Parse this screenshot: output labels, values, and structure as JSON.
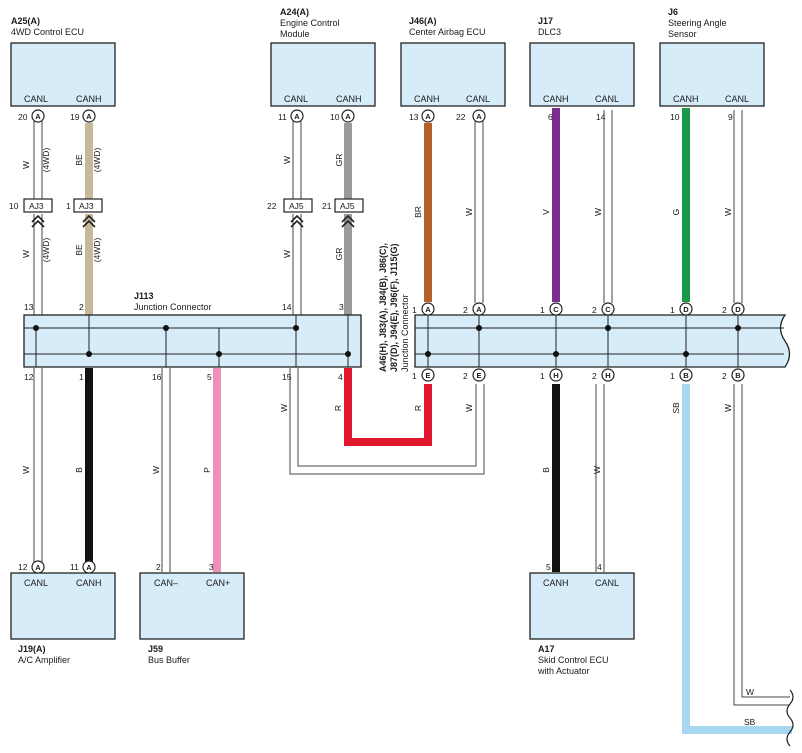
{
  "components": {
    "a25": {
      "code": "A25(A)",
      "name": "4WD Control ECU",
      "pins": [
        "CANL",
        "CANH"
      ],
      "pin_nums": [
        "20",
        "19"
      ],
      "term": "A"
    },
    "a24": {
      "code": "A24(A)",
      "name_line1": "Engine Control",
      "name_line2": "Module",
      "pins": [
        "CANL",
        "CANH"
      ],
      "pin_nums": [
        "11",
        "10"
      ],
      "term": "A"
    },
    "j46": {
      "code": "J46(A)",
      "name": "Center Airbag ECU",
      "pins": [
        "CANH",
        "CANL"
      ],
      "pin_nums": [
        "13",
        "22"
      ],
      "term": "A"
    },
    "j17": {
      "code": "J17",
      "name": "DLC3",
      "pins": [
        "CANH",
        "CANL"
      ],
      "pin_nums": [
        "6",
        "14"
      ]
    },
    "j6": {
      "code": "J6",
      "name_line1": "Steering Angle",
      "name_line2": "Sensor",
      "pins": [
        "CANH",
        "CANL"
      ],
      "pin_nums": [
        "10",
        "9"
      ]
    },
    "j19": {
      "code": "J19(A)",
      "name": "A/C Amplifier",
      "pins": [
        "CANL",
        "CANH"
      ],
      "pin_nums": [
        "12",
        "11"
      ],
      "term": "A"
    },
    "j59": {
      "code": "J59",
      "name": "Bus Buffer",
      "pins": [
        "CAN–",
        "CAN+"
      ],
      "pin_nums": [
        "2",
        "3"
      ]
    },
    "a17": {
      "code": "A17",
      "name_line1": "Skid Control ECU",
      "name_line2": "with Actuator",
      "pins": [
        "CANH",
        "CANL"
      ],
      "pin_nums": [
        "5",
        "4"
      ]
    }
  },
  "junction_left": {
    "code": "J113",
    "name": "Junction Connector",
    "top_pins": [
      "13",
      "2",
      "14",
      "3"
    ],
    "bottom_pins": [
      "12",
      "1",
      "16",
      "5",
      "15",
      "4"
    ]
  },
  "junction_right": {
    "label_line1": "A46(H), J83(A), J84(B), J86(C),",
    "label_line2": "J87(D), J94(E), J96(F), J115(G)",
    "label_line3": "Junction Connector",
    "top_pins": [
      "1",
      "2",
      "1",
      "2",
      "1",
      "2"
    ],
    "top_terms": [
      "A",
      "A",
      "C",
      "C",
      "D",
      "D"
    ],
    "bottom_pins": [
      "1",
      "2",
      "1",
      "2",
      "1",
      "2"
    ],
    "bottom_terms": [
      "E",
      "E",
      "H",
      "H",
      "B",
      "B"
    ]
  },
  "connectors": {
    "aj3": "AJ3",
    "aj5": "AJ5",
    "aj3_pins": [
      "10",
      "1"
    ],
    "aj5_pins": [
      "22",
      "21"
    ]
  },
  "wire_labels": {
    "w": "W",
    "be": "BE",
    "gr": "GR",
    "br": "BR",
    "v": "V",
    "g": "G",
    "b": "B",
    "p": "P",
    "r": "R",
    "sb": "SB",
    "fourwd": "(4WD)"
  },
  "colors": {
    "box_fill": "#d6ecf8",
    "wire_be": "#c8b89a",
    "wire_gr": "#9a9a9a",
    "wire_br": "#b5602a",
    "wire_v": "#7b2e8e",
    "wire_g": "#1a9a48",
    "wire_b": "#111111",
    "wire_p": "#ee8fb8",
    "wire_r": "#e0172c",
    "wire_sb": "#a8d8ef"
  }
}
